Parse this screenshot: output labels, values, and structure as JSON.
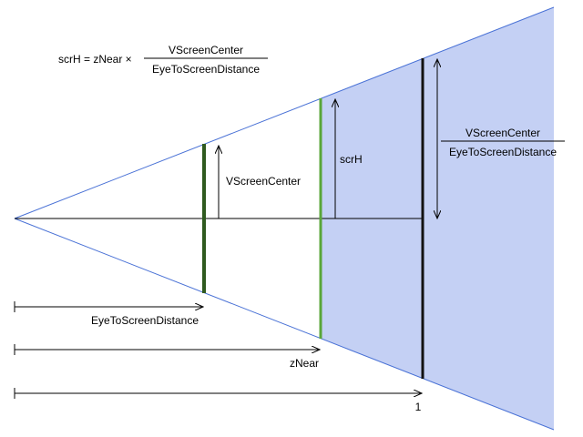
{
  "formula": {
    "lhs": "scrH = zNear ×",
    "numerator": "VScreenCenter",
    "denominator": "EyeToScreenDistance"
  },
  "labels": {
    "vscreen_center": "VScreenCenter",
    "scrh": "scrH",
    "fraction_numerator": "VScreenCenter",
    "fraction_denominator": "EyeToScreenDistance",
    "eye_to_screen_distance": "EyeToScreenDistance",
    "znear": "zNear",
    "one": "1"
  },
  "colors": {
    "frustum_line": "#4a72d6",
    "frustum_fill": "#c4d0f4",
    "screen_plane": "#2f5a1f",
    "near_plane": "#5aa63a",
    "unit_plane": "#111111",
    "annotation": "#000000"
  }
}
